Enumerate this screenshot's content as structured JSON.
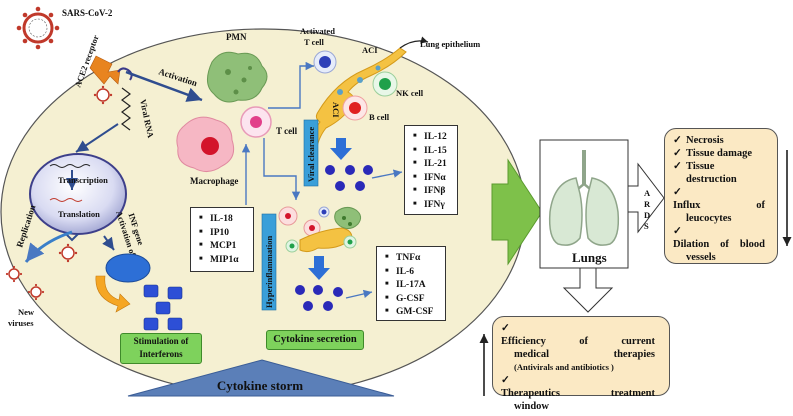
{
  "virus": {
    "label": "SARS-CoV-2",
    "receptor": "ACE2 receptor",
    "rna": "Viral RNA"
  },
  "cells": {
    "pmn": "PMN",
    "macrophage": "Macrophage",
    "t_cell": "T cell",
    "activated_t_cell_line1": "Activated",
    "activated_t_cell_line2": "T cell",
    "aci": "ACI",
    "aci_rotated": "ACI",
    "nk_cell": "NK cell",
    "b_cell": "B cell",
    "lung_epithelium": "Lung epithelium"
  },
  "processes": {
    "activation": "Activation",
    "transcription": "Transcription",
    "translation": "Translation",
    "replication": "Replication",
    "new_viruses_line1": "New",
    "new_viruses_line2": "viruses",
    "activation_inf_line1": "Activation of",
    "activation_inf_line2": "INF gene",
    "viral_clearance": "Viral clearance",
    "hyperinflammation": "Hyperinflammation"
  },
  "lists": {
    "innate_cytokines": [
      "IL-18",
      "IP10",
      "MCP1",
      "MIP1α"
    ],
    "interferons": [
      "IL-12",
      "IL-15",
      "IL-21",
      "IFNα",
      "IFNβ",
      "IFNγ"
    ],
    "cytokines": [
      "TNFα",
      "IL-6",
      "IL-17A",
      "G-CSF",
      "GM-CSF"
    ]
  },
  "boxes": {
    "stimulation_line1": "Stimulation of",
    "stimulation_line2": "Interferons",
    "cytokine_secretion": "Cytokine secretion",
    "cytokine_storm": "Cytokine storm"
  },
  "lungs": {
    "label": "Lungs",
    "ards": [
      "A",
      "R",
      "D",
      "S"
    ]
  },
  "outcomes": {
    "necrosis": "Necrosis",
    "tissue_damage": "Tissue damage",
    "tissue_destruction_line1": "Tissue",
    "tissue_destruction_line2": "destruction",
    "influx_w1": "Influx",
    "influx_w2": "of",
    "influx_line2": "leucocytes",
    "dilation_line1_w1": "Dilation",
    "dilation_line1_w2": "of",
    "dilation_line1_w3": "blood",
    "dilation_line2": "vessels"
  },
  "therapy": {
    "efficiency_w1": "Efficiency",
    "efficiency_w2": "of",
    "efficiency_w3": "current",
    "medical_w1": "medical",
    "medical_w2": "therapies",
    "antivirals": "(Antivirals and antibiotics )",
    "window_w1": "Therapeutics",
    "window_w2": "treatment",
    "window_line2": "window"
  },
  "colors": {
    "ellipse_fill": "#f5f0d2",
    "arrow_green": "#7ec14a",
    "arrow_blue": "#2f4d8f",
    "cytokine_storm_fill": "#5b7fb8",
    "blue_label_fill": "#3a9fd9",
    "stimulation_fill": "#7ed25c",
    "outcome_fill": "#fbe9c4",
    "orange_arrow": "#f5a623"
  }
}
